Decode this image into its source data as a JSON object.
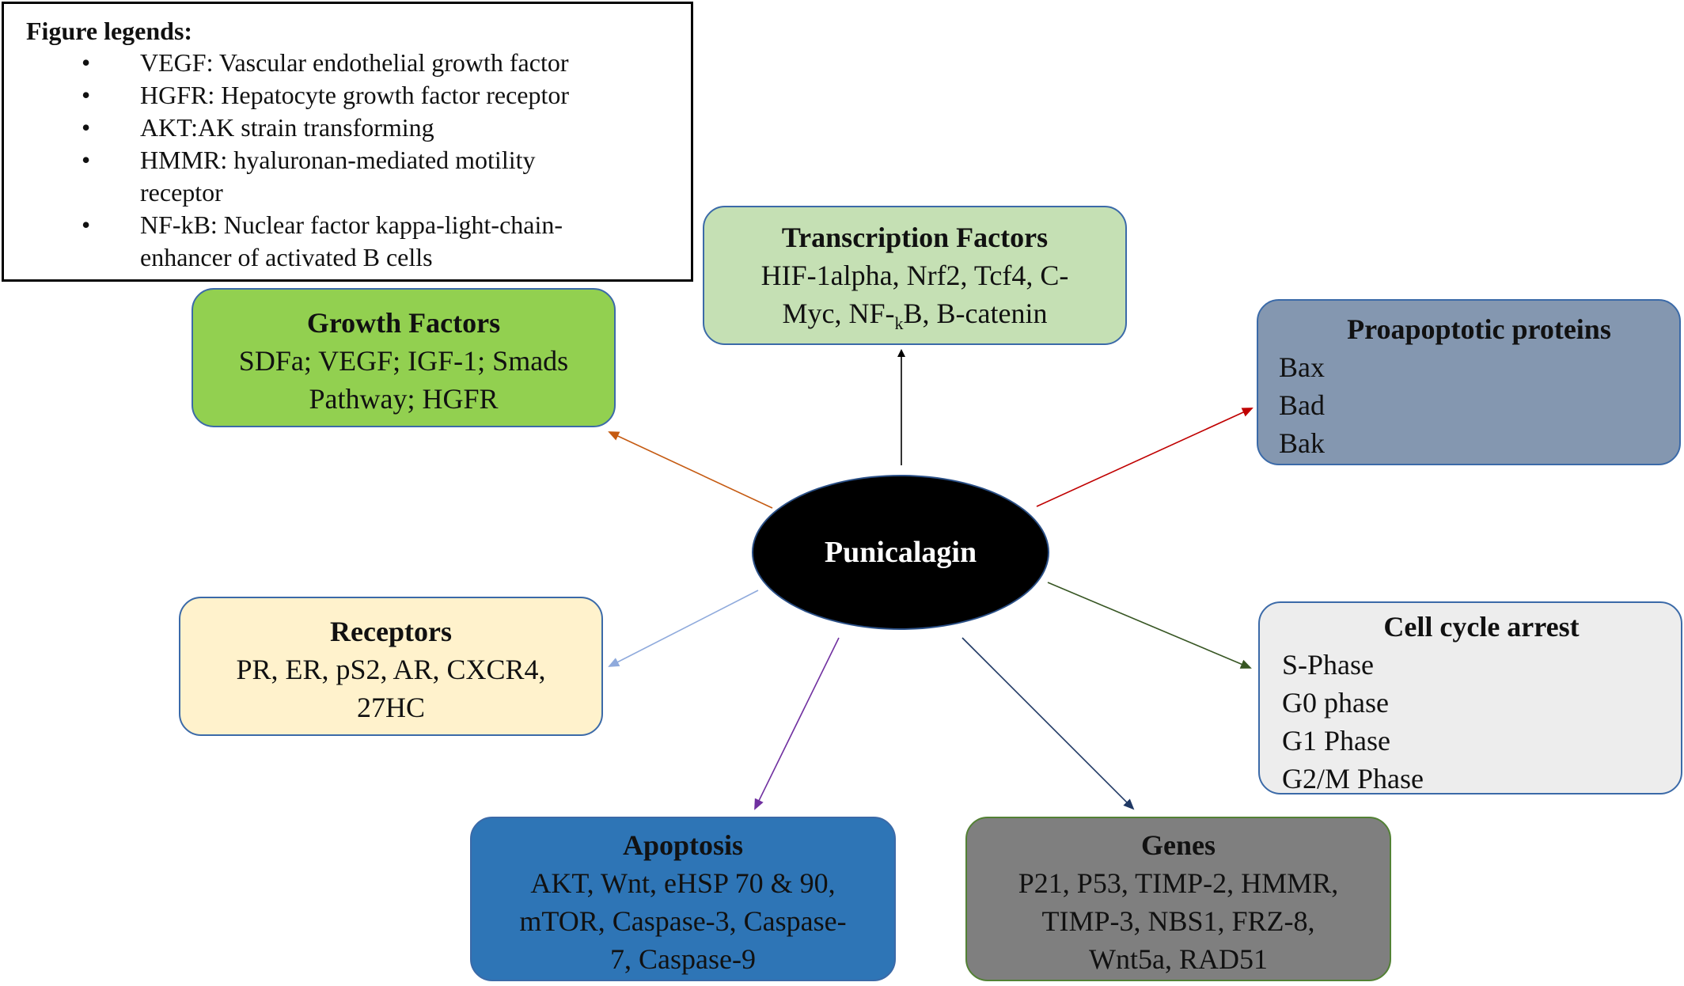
{
  "legend": {
    "title": "Figure legends:",
    "bullet": "•",
    "items": [
      "VEGF: Vascular endothelial growth factor",
      "HGFR: Hepatocyte growth factor receptor",
      "AKT:AK strain transforming",
      "HMMR: hyaluronan-mediated motility receptor",
      "NF-kB: Nuclear factor kappa-light-chain-enhancer of activated B cells"
    ]
  },
  "center": {
    "label": "Punicalagin"
  },
  "nodes": {
    "transcription_factors": {
      "title": "Transcription Factors",
      "line1": "HIF-1alpha, Nrf2, Tcf4, C-",
      "line2_a": "Myc, NF-",
      "line2_sub": "k",
      "line2_b": "B, B-catenin",
      "fill": "#c5e0b4",
      "arrow_color": "#000000"
    },
    "growth_factors": {
      "title": "Growth Factors",
      "line1": "SDFa; VEGF; IGF-1; Smads",
      "line2": "Pathway; HGFR",
      "fill": "#92d050",
      "arrow_color": "#c55a11"
    },
    "proapoptotic_proteins": {
      "title": "Proapoptotic proteins",
      "items": [
        "Bax",
        "Bad",
        "Bak"
      ],
      "fill": "#8497b0",
      "arrow_color": "#c00000"
    },
    "receptors": {
      "title": "Receptors",
      "line1": "PR, ER, pS2, AR, CXCR4,",
      "line2": "27HC",
      "fill": "#fff2cc",
      "arrow_color": "#8faadc"
    },
    "cell_cycle_arrest": {
      "title": "Cell cycle arrest",
      "items": [
        "S-Phase",
        "G0 phase",
        "G1 Phase",
        "G2/M Phase"
      ],
      "fill": "#ededed",
      "arrow_color": "#375623"
    },
    "apoptosis": {
      "title": "Apoptosis",
      "line1": "AKT, Wnt, eHSP 70 & 90,",
      "line2": "mTOR, Caspase-3, Caspase-",
      "line3": "7, Caspase-9",
      "fill": "#2e75b6",
      "arrow_color": "#7030a0"
    },
    "genes": {
      "title": "Genes",
      "line1": "P21, P53, TIMP-2, HMMR,",
      "line2": "TIMP-3, NBS1, FRZ-8,",
      "line3": "Wnt5a, RAD51",
      "fill": "#7f7f7f",
      "arrow_color": "#1f3864"
    }
  }
}
